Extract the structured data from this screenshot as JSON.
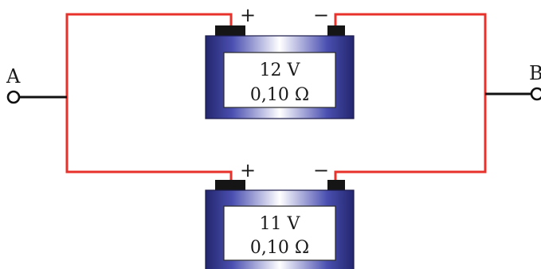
{
  "terminals": {
    "left": {
      "label": "A"
    },
    "right": {
      "label": "B"
    }
  },
  "batteries": [
    {
      "id": "top",
      "voltage": "12 V",
      "resistance": "0,10 Ω",
      "positive_sign": "+",
      "negative_sign": "−"
    },
    {
      "id": "bottom",
      "voltage": "11 V",
      "resistance": "0,10 Ω",
      "positive_sign": "+",
      "negative_sign": "−"
    }
  ],
  "colors": {
    "wire": "#e8312a",
    "lead": "#111111",
    "battery_dark": "#3b3fa0",
    "battery_light": "#ffffff"
  }
}
